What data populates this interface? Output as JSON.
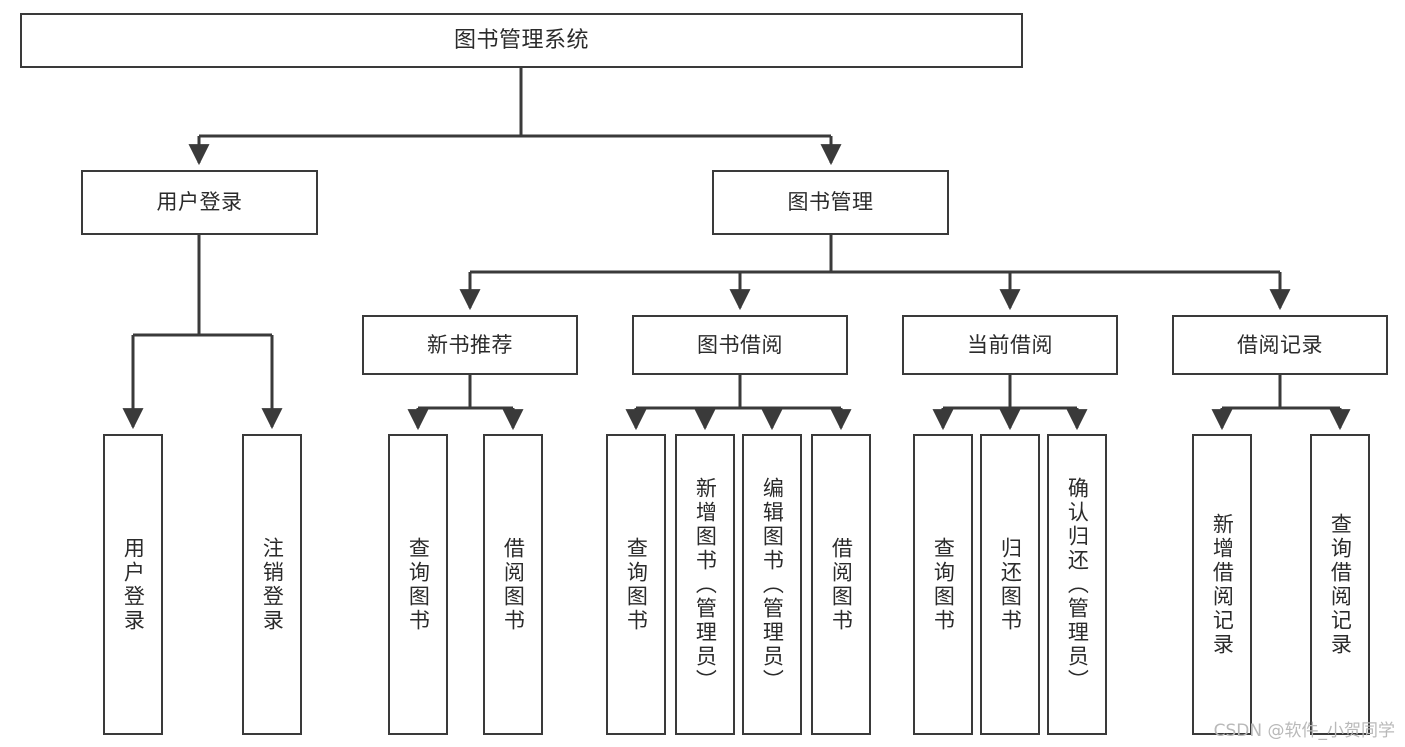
{
  "diagram": {
    "type": "tree",
    "title": "图书管理系统",
    "watermark": "CSDN @软件_小贺同学",
    "colors": {
      "box_border": "#3a3a3a",
      "box_fill": "#ffffff",
      "connector": "#3a3a3a",
      "text": "#2b2b2b",
      "watermark": "#b9b9b9",
      "background": "#ffffff"
    },
    "levels": {
      "root": "图书管理系统",
      "level2": [
        "用户登录",
        "图书管理"
      ],
      "level3": [
        "新书推荐",
        "图书借阅",
        "当前借阅",
        "借阅记录"
      ]
    }
  },
  "nodes": {
    "root": {
      "label": "图书管理系统"
    },
    "user_login": {
      "label": "用户登录"
    },
    "book_manage": {
      "label": "图书管理"
    },
    "new_book_rec": {
      "label": "新书推荐"
    },
    "book_borrow": {
      "label": "图书借阅"
    },
    "current_borrow": {
      "label": "当前借阅"
    },
    "borrow_record": {
      "label": "借阅记录"
    },
    "leaf_user_login": {
      "label": "用户登录"
    },
    "leaf_logout": {
      "label": "注销登录"
    },
    "leaf_query_book_1": {
      "label": "查询图书"
    },
    "leaf_borrow_book_1": {
      "label": "借阅图书"
    },
    "leaf_query_book_2": {
      "label": "查询图书"
    },
    "leaf_add_book": {
      "label": "新增图书（管理员）"
    },
    "leaf_edit_book": {
      "label": "编辑图书（管理员）"
    },
    "leaf_borrow_book_2": {
      "label": "借阅图书"
    },
    "leaf_query_book_3": {
      "label": "查询图书"
    },
    "leaf_return_book": {
      "label": "归还图书"
    },
    "leaf_confirm_return": {
      "label": "确认归还（管理员）"
    },
    "leaf_add_record": {
      "label": "新增借阅记录"
    },
    "leaf_query_record": {
      "label": "查询借阅记录"
    }
  }
}
